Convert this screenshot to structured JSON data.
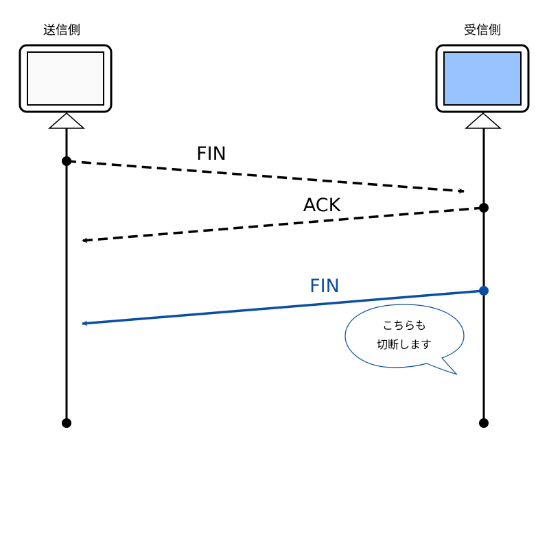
{
  "sender": {
    "label": "送信側",
    "screen_color": "#f9f9f9"
  },
  "receiver": {
    "label": "受信側",
    "screen_color": "#99c3ff"
  },
  "messages": [
    {
      "label": "FIN",
      "direction": "sender-to-receiver",
      "style": "dashed",
      "color": "#000000"
    },
    {
      "label": "ACK",
      "direction": "receiver-to-sender",
      "style": "dashed",
      "color": "#000000"
    },
    {
      "label": "FIN",
      "direction": "receiver-to-sender",
      "style": "solid",
      "color": "#0a4ea3"
    }
  ],
  "speech_bubble": {
    "line1": "こちらも",
    "line2": "切断します"
  }
}
